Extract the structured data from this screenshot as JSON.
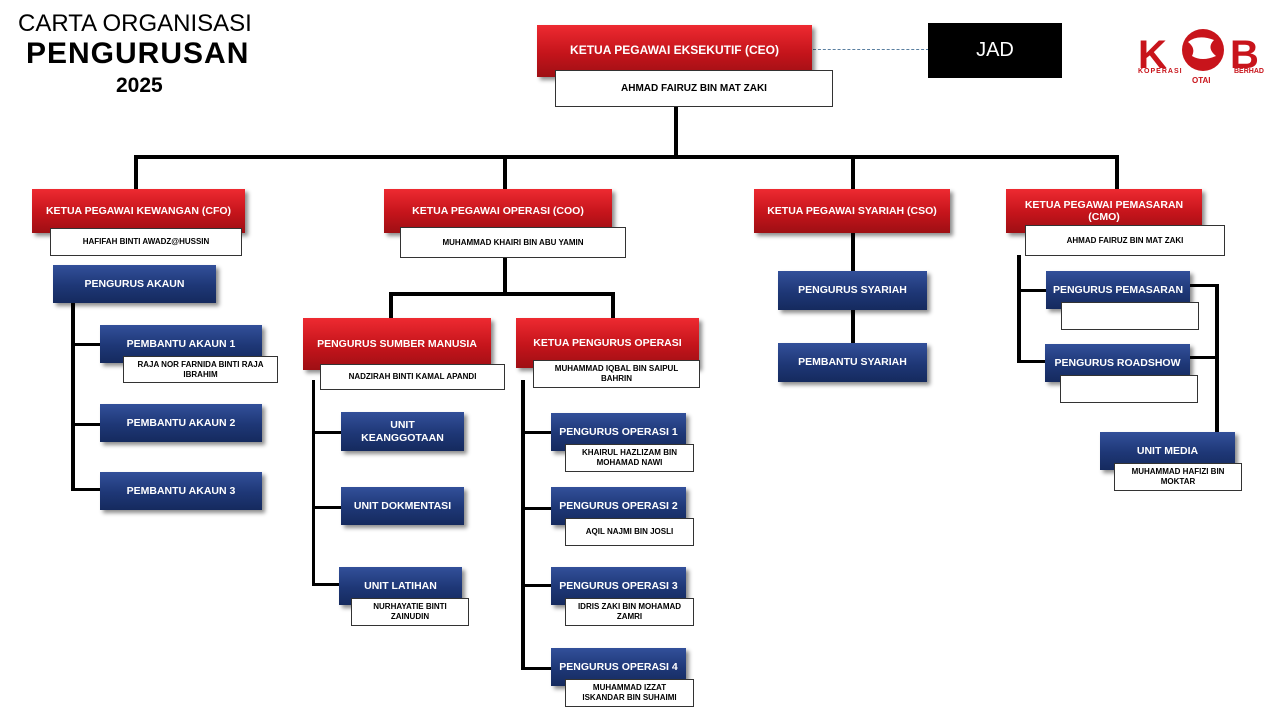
{
  "title": {
    "line1": "CARTA ORGANISASI",
    "line2": "PENGURUSAN",
    "line3": "2025"
  },
  "logo": {
    "text": "KOB",
    "caption_left": "KOPERASI",
    "caption_right": "BERHAD",
    "caption_bottom": "OTAI"
  },
  "ceo": {
    "title": "KETUA PEGAWAI EKSEKUTIF (CEO)",
    "name": "AHMAD FAIRUZ BIN MAT ZAKI"
  },
  "jad": "JAD",
  "cfo": {
    "title": "KETUA PEGAWAI KEWANGAN (CFO)",
    "name": "HAFIFAH BINTI AWADZ@HUSSIN",
    "pengurus": "PENGURUS AKAUN",
    "pembantu1": "PEMBANTU AKAUN 1",
    "pembantu1_name": "RAJA NOR FARNIDA BINTI RAJA IBRAHIM",
    "pembantu2": "PEMBANTU AKAUN 2",
    "pembantu3": "PEMBANTU AKAUN 3"
  },
  "coo": {
    "title": "KETUA PEGAWAI OPERASI (COO)",
    "name": "MUHAMMAD KHAIRI BIN ABU YAMIN",
    "hr": {
      "title": "PENGURUS SUMBER MANUSIA",
      "name": "NADZIRAH BINTI KAMAL APANDI"
    },
    "ops": {
      "title": "KETUA PENGURUS OPERASI",
      "name": "MUHAMMAD IQBAL BIN SAIPUL BAHRIN"
    },
    "unit_keanggotaan": "UNIT KEANGGOTAAN",
    "unit_dokmentasi": "UNIT DOKMENTASI",
    "unit_latihan": "UNIT LATIHAN",
    "unit_latihan_name": "NURHAYATIE BINTI ZAINUDIN",
    "op1": {
      "title": "PENGURUS OPERASI 1",
      "name": "KHAIRUL HAZLIZAM BIN MOHAMAD NAWI"
    },
    "op2": {
      "title": "PENGURUS OPERASI 2",
      "name": "AQIL NAJMI BIN JOSLI"
    },
    "op3": {
      "title": "PENGURUS OPERASI 3",
      "name": "IDRIS ZAKI BIN MOHAMAD ZAMRI"
    },
    "op4": {
      "title": "PENGURUS OPERASI 4",
      "name": "MUHAMMAD IZZAT ISKANDAR BIN SUHAIMI"
    }
  },
  "cso": {
    "title": "KETUA PEGAWAI SYARIAH (CSO)",
    "pengurus": "PENGURUS SYARIAH",
    "pembantu": "PEMBANTU SYARIAH"
  },
  "cmo": {
    "title": "KETUA PEGAWAI PEMASARAN (CMO)",
    "name": "AHMAD FAIRUZ BIN MAT ZAKI",
    "pemasaran": "PENGURUS  PEMASARAN",
    "roadshow": "PENGURUS ROADSHOW",
    "media": "UNIT MEDIA",
    "media_name": "MUHAMMAD HAFIZI BIN MOKTAR"
  },
  "colors": {
    "red": "#d21a21",
    "blue": "#1e3776",
    "black": "#000000"
  }
}
